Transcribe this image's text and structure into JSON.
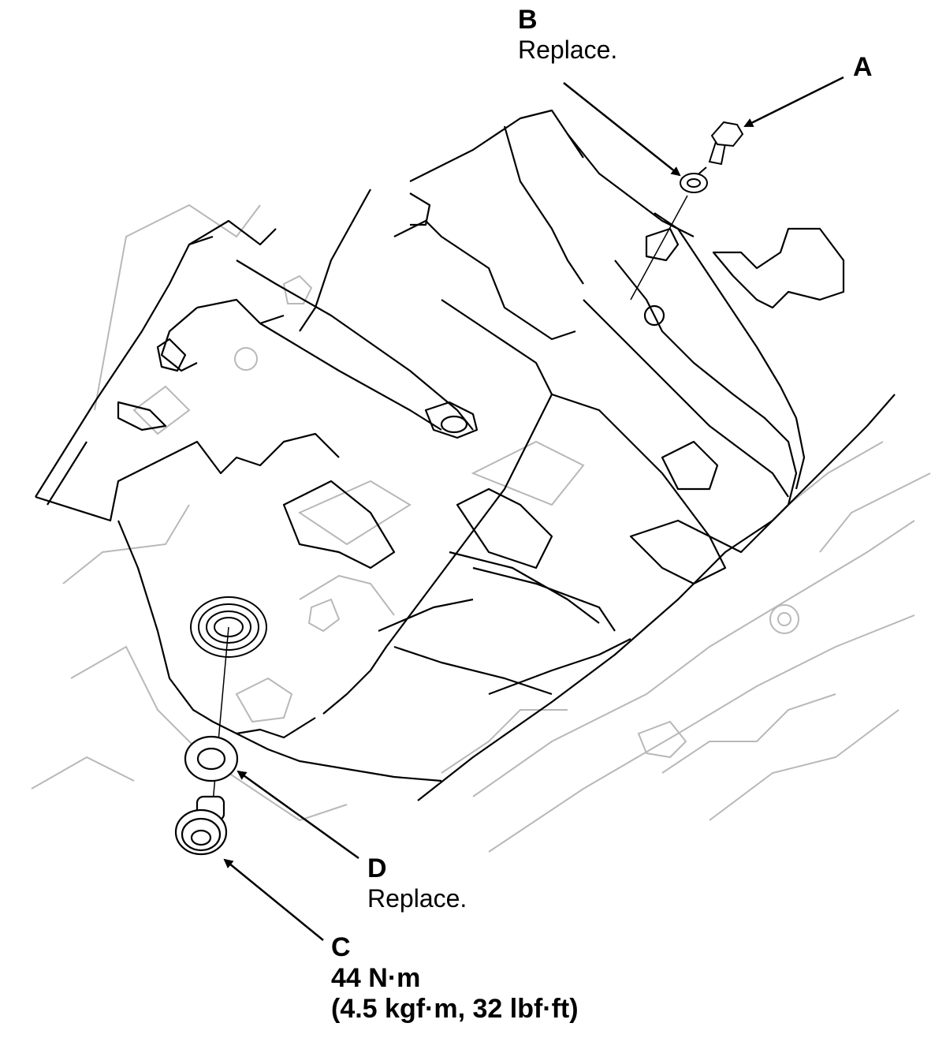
{
  "callouts": {
    "a": {
      "letter": "A"
    },
    "b": {
      "letter": "B",
      "note": "Replace."
    },
    "c": {
      "letter": "C",
      "torque": "44 N·m",
      "torque_alt": "(4.5 kgf·m, 32 lbf·ft)"
    },
    "d": {
      "letter": "D",
      "note": "Replace."
    }
  },
  "colors": {
    "line": "#000000",
    "light_line": "#b5b5b5",
    "background": "#ffffff"
  }
}
